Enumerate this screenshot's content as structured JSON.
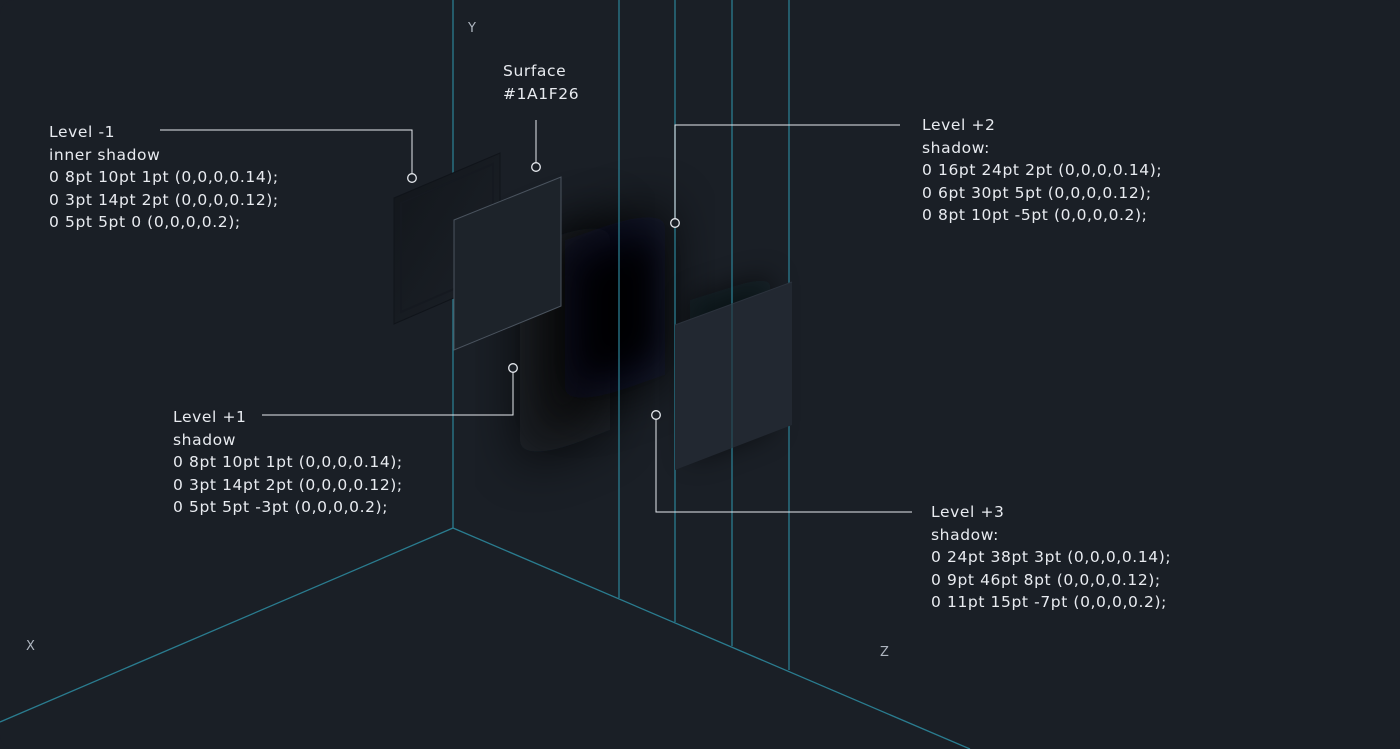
{
  "axes": {
    "y": "Y",
    "x": "X",
    "z": "Z"
  },
  "colors": {
    "background": "#1A1F26",
    "axis_line": "#2A7C8F",
    "leader_line": "#E6E9EE",
    "surface_card": "#1E242C",
    "elevated_card": "#222831"
  },
  "surface": {
    "title": "Surface",
    "color": "#1A1F26"
  },
  "levels": {
    "minus1": {
      "title": "Level -1",
      "lines": [
        "inner shadow",
        "0 8pt 10pt 1pt (0,0,0,0.14);",
        "0 3pt 14pt 2pt (0,0,0,0.12);",
        "0 5pt 5pt 0 (0,0,0,0.2);"
      ]
    },
    "plus1": {
      "title": "Level +1",
      "lines": [
        "shadow",
        "0 8pt 10pt 1pt (0,0,0,0.14);",
        "0 3pt 14pt 2pt (0,0,0,0.12);",
        "0 5pt 5pt -3pt (0,0,0,0.2);"
      ]
    },
    "plus2": {
      "title": "Level +2",
      "lines": [
        "shadow:",
        "0 16pt 24pt 2pt (0,0,0,0.14);",
        "0 6pt 30pt 5pt (0,0,0,0.12);",
        "0 8pt 10pt -5pt (0,0,0,0.2);"
      ]
    },
    "plus3": {
      "title": "Level +3",
      "lines": [
        "shadow:",
        "0 24pt 38pt 3pt (0,0,0,0.14);",
        "0 9pt 46pt 8pt (0,0,0,0.12);",
        "0 11pt 15pt -7pt (0,0,0,0.2);"
      ]
    }
  }
}
